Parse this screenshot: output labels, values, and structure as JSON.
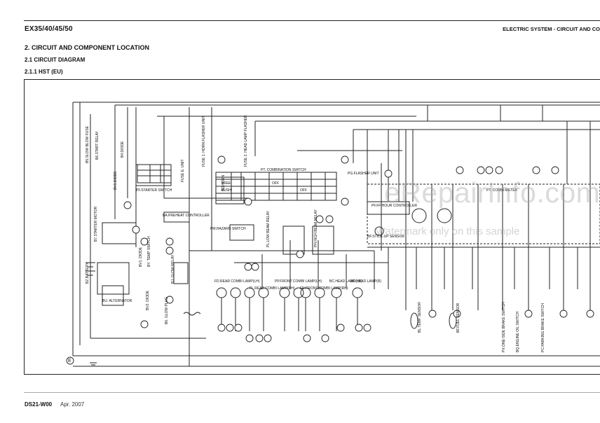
{
  "header": {
    "model": "EX35/40/45/50",
    "section": "ELECTRIC SYSTEM - CIRCUIT AND CO"
  },
  "headings": {
    "h2": "2. CIRCUIT AND COMPONENT LOCATION",
    "h3": "2.1  CIRCUIT DIAGRAM",
    "h4": "2.1.1  HST (EU)"
  },
  "diagram": {
    "components": {
      "slow_blow_fuse": "B5.SLOW BLOW FUSE",
      "start_relay": "B6.START RELAY",
      "diode_b4": "B4.DIODE",
      "starter_switch": "PF.STARTER SWITCH",
      "diode_bv1": "BV1.DIODE",
      "fuse_e_unit": "FUSE E. UNIT",
      "horn": "BD.HORN",
      "fuse_horn_flasher": "FUSE 1. HORN FLASHER UNIT",
      "fuse_head_lamp": "FUSE 2. HEAD LAMP FLASHER",
      "combination_switch": "PT. COMBINATION SWITCH",
      "flasher_unit": "PG.FLASHER UNIT",
      "starter_motor": "B7.STARTER MOTOR",
      "preheat_controller": "BA.PREHEAT CONTROLLER",
      "hazard_switch": "PM.HAZARD SWITCH",
      "low_beam_relay": "PL.LOW BEAM RELAY",
      "high_beam_relay": "PH.HIGH BEAM RELAY",
      "fuel_controller": "PF.FF/HOUR CONTROLLER",
      "stick_up_sensor": "BF.STICK-UP SENSOR",
      "combi_meter": "PT. COMBI-METER",
      "battery": "BZ.BATTERY",
      "diode_bv1b": "BV1. DIODE",
      "temp_switch": "BY. TEMP SWITCH",
      "glow_relay": "BJ. GLOW RELAY",
      "alternator": "BU. ALTERNATOR",
      "diode_bv2": "BV2. DIODE",
      "glow_plug": "B6. GLOW PLUG",
      "fd_rear": "FD.REAR COMBI LAMP(LH)",
      "fl_rear": "FL.REAR COMBI LAMP(RH)",
      "pp_front": "PP.FRONT COMBI LAMP(LH)",
      "fr_front": "FR.FRONT COMBI LAMP(RH)",
      "bc_head_lh": "BC.HEAD LAMP(LH)",
      "bc_head_rh": "BC.HEAD LAMP(R)",
      "bl_temp_sensor": "BL.TEMP SENSOR",
      "bf_fuel_sensor": "BF.FUEL SENSOR",
      "brake_switch": "PX.ONE-SIDE BRAKE SWITCH",
      "oil_switch": "BQ.ENGINE OIL SWITCH",
      "parking_brake": "PC.PARKING BRAKE SWITCH"
    },
    "switch_rows": [
      "FREE",
      "PUSH"
    ],
    "combo_rows": [
      "OFF",
      "OFF"
    ],
    "earth": "E"
  },
  "watermark": {
    "main": "eRepairInfo.com",
    "sub": "Watermark only on this sample"
  },
  "footer": {
    "doc_id": "DS21-W00",
    "date": "Apr. 2007"
  }
}
